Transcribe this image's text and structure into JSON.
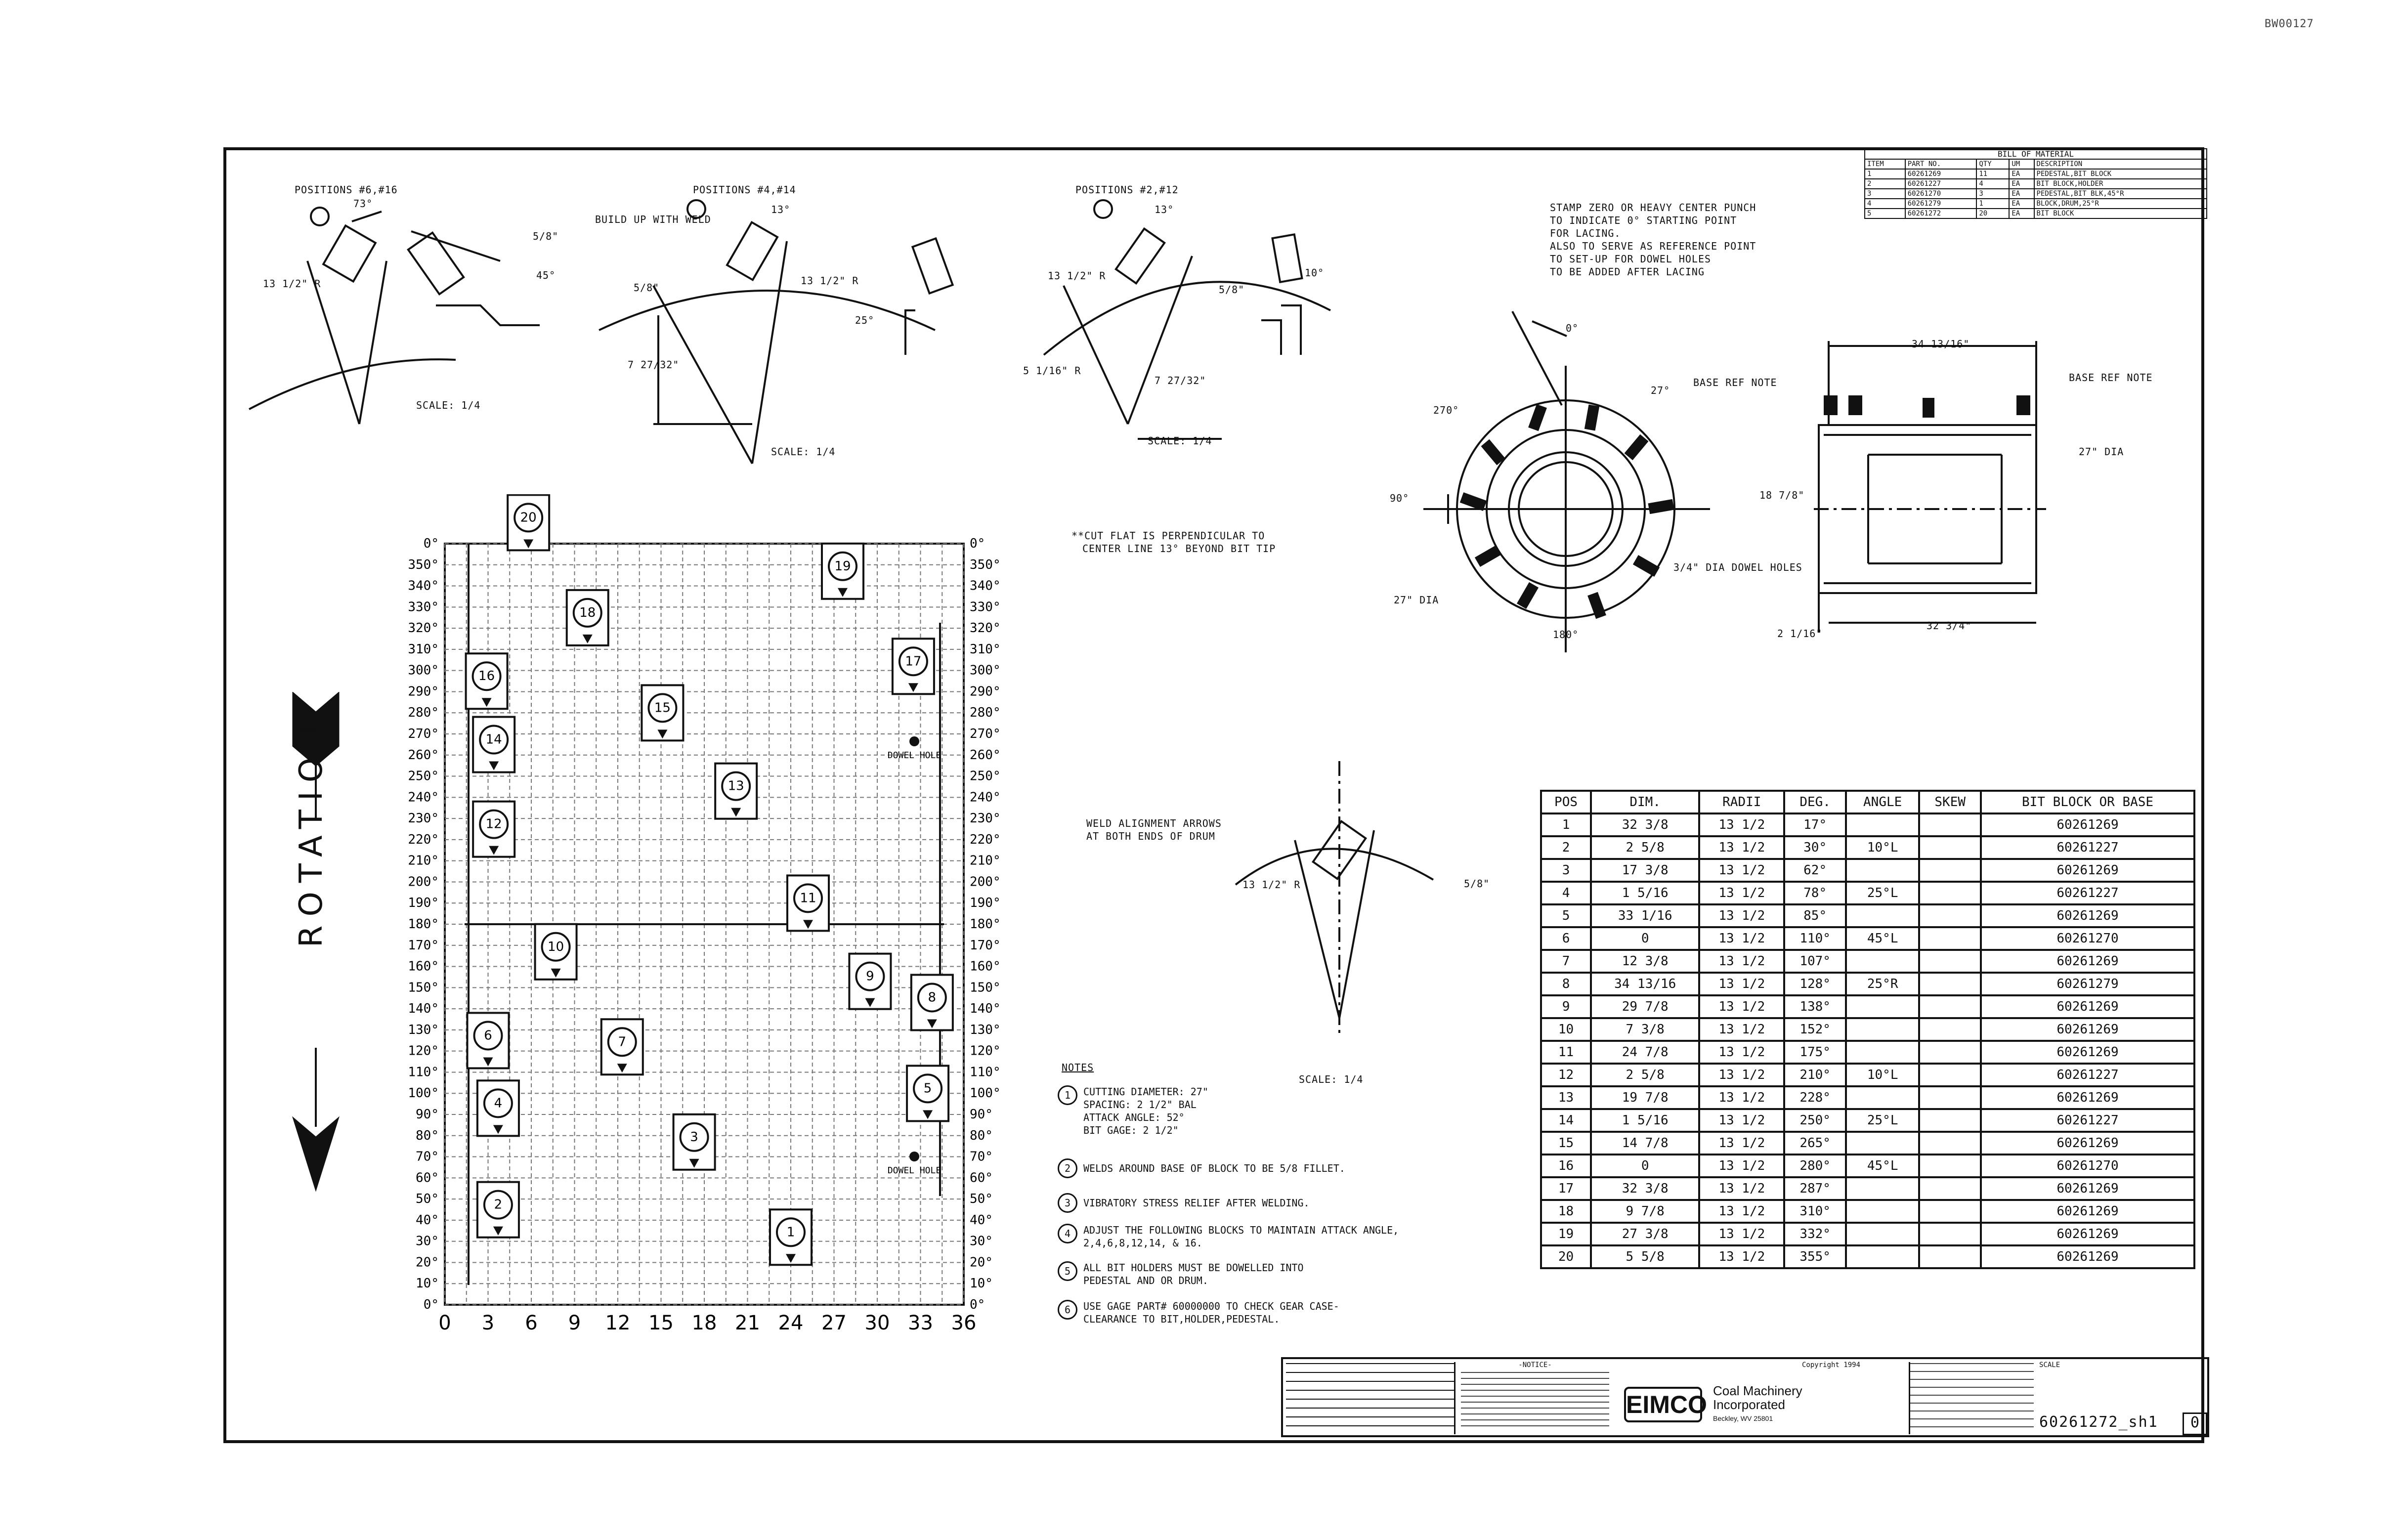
{
  "doc_id": "BW00127",
  "details": {
    "d1_positions": "POSITIONS #6,#16",
    "d1_angle": "73°",
    "d1_note": "BUILD UP WITH WELD",
    "d1_radius": "13 1/2\" R",
    "d1_scale": "SCALE: 1/4",
    "d1_aux1": "5/8\"",
    "d1_aux2": "45°",
    "d2_positions": "POSITIONS #4,#14",
    "d2_angle": "13°",
    "d2_radius": "13 1/2\" R",
    "d2_dim": "7 27/32\"",
    "d2_scale": "SCALE: 1/4",
    "d2_aux": "5/8\"",
    "d2_aux2": "25°",
    "d3_positions": "POSITIONS #2,#12",
    "d3_angle": "13°",
    "d3_radius": "13 1/2\" R",
    "d3_dim": "7 27/32\"",
    "d3_rad2": "5 1/16\" R",
    "d3_scale": "SCALE: 1/4",
    "d3_aux": "5/8\"",
    "d3_aux2": "10°",
    "cut_note_1": "**CUT FLAT IS PERPENDICULAR TO",
    "cut_note_2": "CENTER LINE 13° BEYOND BIT TIP",
    "stamp_note_1": "STAMP ZERO OR HEAVY CENTER PUNCH",
    "stamp_note_2": "TO INDICATE 0° STARTING POINT",
    "stamp_note_3": "FOR LACING.",
    "stamp_note_4": "ALSO TO SERVE AS REFERENCE POINT",
    "stamp_note_5": "TO SET-UP FOR DOWEL HOLES",
    "stamp_note_6": "TO BE ADDED AFTER LACING",
    "end_view_0": "0°",
    "end_view_90": "90°",
    "end_view_180": "180°",
    "end_view_270": "270°",
    "end_view_27": "27°",
    "end_view_dia": "27\" DIA",
    "end_view_dowel": "3/4\" DIA DOWEL HOLES",
    "side_len": "34 13/16\"",
    "side_dia": "27\" DIA",
    "side_dia2": "18 7/8\"",
    "side_inner": "32 3/4\"",
    "side_offset": "2 1/16\"",
    "side_ref_left": "BASE REF NOTE",
    "side_ref_right": "BASE REF NOTE",
    "weld_note_1": "WELD ALIGNMENT ARROWS",
    "weld_note_2": "AT BOTH ENDS OF DRUM",
    "d4_radius": "13 1/2\" R",
    "d4_aux": "5/8\"",
    "d4_scale": "SCALE: 1/4"
  },
  "rotation_label": "ROTATION",
  "lacing": {
    "y_labels": [
      "0°",
      "350°",
      "340°",
      "330°",
      "320°",
      "310°",
      "300°",
      "290°",
      "280°",
      "270°",
      "260°",
      "250°",
      "240°",
      "230°",
      "220°",
      "210°",
      "200°",
      "190°",
      "180°",
      "170°",
      "160°",
      "150°",
      "140°",
      "130°",
      "120°",
      "110°",
      "100°",
      "90°",
      "80°",
      "70°",
      "60°",
      "50°",
      "40°",
      "30°",
      "20°",
      "10°",
      "0°"
    ],
    "x_labels": [
      "0",
      "3",
      "6",
      "9",
      "12",
      "15",
      "18",
      "21",
      "24",
      "27",
      "30",
      "33",
      "36"
    ],
    "dowel_hole_label": "DOWEL HOLE",
    "blocks": [
      {
        "pos": "1",
        "x": 24.0,
        "deg": 17
      },
      {
        "pos": "2",
        "x": 3.7,
        "deg": 30
      },
      {
        "pos": "3",
        "x": 17.3,
        "deg": 62
      },
      {
        "pos": "4",
        "x": 3.7,
        "deg": 78
      },
      {
        "pos": "5",
        "x": 33.5,
        "deg": 85
      },
      {
        "pos": "6",
        "x": 3.0,
        "deg": 110
      },
      {
        "pos": "7",
        "x": 12.3,
        "deg": 107
      },
      {
        "pos": "8",
        "x": 33.8,
        "deg": 128
      },
      {
        "pos": "9",
        "x": 29.5,
        "deg": 138
      },
      {
        "pos": "10",
        "x": 7.7,
        "deg": 152
      },
      {
        "pos": "11",
        "x": 25.2,
        "deg": 175
      },
      {
        "pos": "12",
        "x": 3.4,
        "deg": 210
      },
      {
        "pos": "13",
        "x": 20.2,
        "deg": 228
      },
      {
        "pos": "14",
        "x": 3.4,
        "deg": 250
      },
      {
        "pos": "15",
        "x": 15.1,
        "deg": 265
      },
      {
        "pos": "16",
        "x": 2.9,
        "deg": 280
      },
      {
        "pos": "17",
        "x": 32.5,
        "deg": 287
      },
      {
        "pos": "18",
        "x": 9.9,
        "deg": 310
      },
      {
        "pos": "19",
        "x": 27.6,
        "deg": 332
      },
      {
        "pos": "20",
        "x": 5.8,
        "deg": 355
      }
    ]
  },
  "notes": {
    "title": "NOTES",
    "n1": "CUTTING DIAMETER: 27\"\nSPACING: 2 1/2\" BAL\nATTACK ANGLE: 52°\nBIT GAGE: 2 1/2\"",
    "n2": "WELDS AROUND BASE OF BLOCK TO BE 5/8 FILLET.",
    "n3": "VIBRATORY STRESS RELIEF AFTER WELDING.",
    "n4": "ADJUST THE FOLLOWING BLOCKS TO MAINTAIN ATTACK ANGLE,\n2,4,6,8,12,14, & 16.",
    "n5": "ALL BIT HOLDERS MUST BE DOWELLED INTO\nPEDESTAL AND OR DRUM.",
    "n6": "USE GAGE PART# 60000000 TO CHECK GEAR CASE-\nCLEARANCE TO BIT,HOLDER,PEDESTAL."
  },
  "bom": {
    "title": "BILL OF MATERIAL",
    "headers": [
      "ITEM",
      "PART NO.",
      "QTY",
      "UM",
      "DESCRIPTION"
    ],
    "rows": [
      [
        "1",
        "60261269",
        "11",
        "EA",
        "PEDESTAL,BIT BLOCK"
      ],
      [
        "2",
        "60261227",
        "4",
        "EA",
        "BIT BLOCK,HOLDER"
      ],
      [
        "3",
        "60261270",
        "3",
        "EA",
        "PEDESTAL,BIT BLK,45°R"
      ],
      [
        "4",
        "60261279",
        "1",
        "EA",
        "BLOCK,DRUM,25°R"
      ],
      [
        "5",
        "60261272",
        "20",
        "EA",
        "BIT BLOCK"
      ]
    ]
  },
  "pos_table": {
    "headers": [
      "POS",
      "DIM.",
      "RADII",
      "DEG.",
      "ANGLE",
      "SKEW",
      "BIT BLOCK OR BASE"
    ],
    "rows": [
      [
        "1",
        "32 3/8",
        "13 1/2",
        "17°",
        "",
        "",
        "60261269"
      ],
      [
        "2",
        "2 5/8",
        "13 1/2",
        "30°",
        "10°L",
        "",
        "60261227"
      ],
      [
        "3",
        "17 3/8",
        "13 1/2",
        "62°",
        "",
        "",
        "60261269"
      ],
      [
        "4",
        "1 5/16",
        "13 1/2",
        "78°",
        "25°L",
        "",
        "60261227"
      ],
      [
        "5",
        "33 1/16",
        "13 1/2",
        "85°",
        "",
        "",
        "60261269"
      ],
      [
        "6",
        "0",
        "13 1/2",
        "110°",
        "45°L",
        "",
        "60261270"
      ],
      [
        "7",
        "12 3/8",
        "13 1/2",
        "107°",
        "",
        "",
        "60261269"
      ],
      [
        "8",
        "34 13/16",
        "13 1/2",
        "128°",
        "25°R",
        "",
        "60261279"
      ],
      [
        "9",
        "29 7/8",
        "13 1/2",
        "138°",
        "",
        "",
        "60261269"
      ],
      [
        "10",
        "7 3/8",
        "13 1/2",
        "152°",
        "",
        "",
        "60261269"
      ],
      [
        "11",
        "24 7/8",
        "13 1/2",
        "175°",
        "",
        "",
        "60261269"
      ],
      [
        "12",
        "2 5/8",
        "13 1/2",
        "210°",
        "10°L",
        "",
        "60261227"
      ],
      [
        "13",
        "19 7/8",
        "13 1/2",
        "228°",
        "",
        "",
        "60261269"
      ],
      [
        "14",
        "1 5/16",
        "13 1/2",
        "250°",
        "25°L",
        "",
        "60261227"
      ],
      [
        "15",
        "14 7/8",
        "13 1/2",
        "265°",
        "",
        "",
        "60261269"
      ],
      [
        "16",
        "0",
        "13 1/2",
        "280°",
        "45°L",
        "",
        "60261270"
      ],
      [
        "17",
        "32 3/8",
        "13 1/2",
        "287°",
        "",
        "",
        "60261269"
      ],
      [
        "18",
        "9 7/8",
        "13 1/2",
        "310°",
        "",
        "",
        "60261269"
      ],
      [
        "19",
        "27 3/8",
        "13 1/2",
        "332°",
        "",
        "",
        "60261269"
      ],
      [
        "20",
        "5 5/8",
        "13 1/2",
        "355°",
        "",
        "",
        "60261269"
      ]
    ]
  },
  "title_block": {
    "company": "EIMCO",
    "company_sub_1": "Coal Machinery",
    "company_sub_2": "Incorporated",
    "company_sub_3": "Beckley, WV 25801",
    "notice": "-NOTICE-",
    "copyright": "Copyright 1994",
    "drawing_no": "60261272_sh1",
    "rev": "0",
    "scale": "SCALE"
  }
}
